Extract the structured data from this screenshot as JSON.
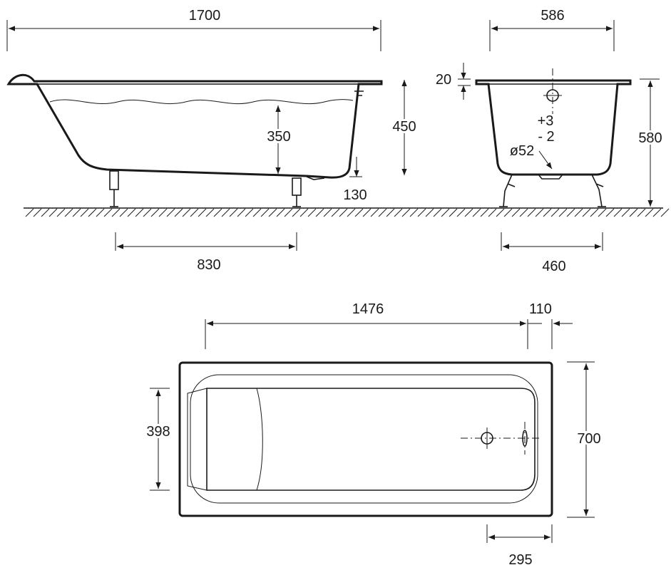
{
  "side_view": {
    "length_label": "1700",
    "height_label": "450",
    "water_depth_label": "350",
    "foot_clearance_label": "130",
    "foot_spacing_label": "830"
  },
  "end_view": {
    "width_label": "586",
    "rim_label": "20",
    "total_height_label": "580",
    "tolerance_plus_label": "+3",
    "tolerance_minus_label": "- 2",
    "drain_diameter_label": "ø52",
    "foot_spacing_label": "460"
  },
  "top_view": {
    "inner_length_label": "1476",
    "end_offset_label": "110",
    "width_label": "700",
    "inner_width_label": "398",
    "drain_offset_label": "295"
  }
}
